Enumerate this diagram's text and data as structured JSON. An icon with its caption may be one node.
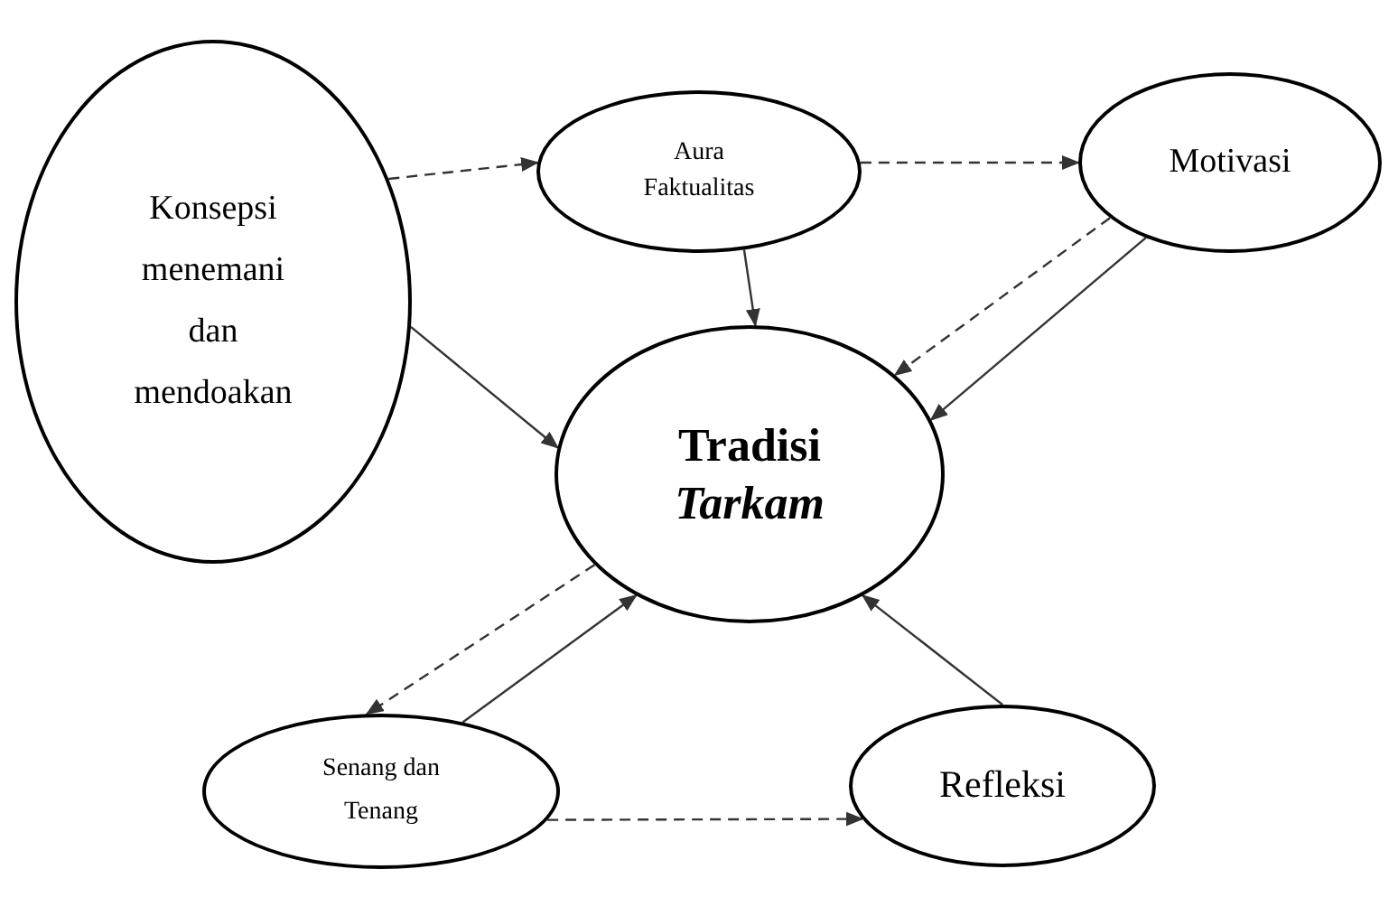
{
  "diagram": {
    "nodes": [
      {
        "text": [
          "Konsepsi menemani dan mendoakan"
        ]
      },
      {
        "text": [
          "Aura Faktualitas"
        ]
      },
      {
        "text": [
          "Motivasi"
        ]
      },
      {
        "text": [
          "Tradisi *Tarkam*"
        ]
      },
      {
        "text": [
          "Senang dan Tenang"
        ]
      },
      {
        "text": [
          "Refleksi"
        ]
      }
    ],
    "edges": [
      {
        "from": 0,
        "to": 1,
        "arrow": "to",
        "style": "dashed"
      },
      {
        "from": 1,
        "to": 2,
        "arrow": "to",
        "style": "dashed"
      },
      {
        "from": 0,
        "to": 3,
        "arrow": "to"
      },
      {
        "from": 1,
        "to": 3,
        "arrow": "to"
      },
      {
        "from": 2,
        "to": 3,
        "arrow": "to",
        "style": "dashed"
      },
      {
        "from": 2,
        "to": 3,
        "arrow": "to"
      },
      {
        "from": 3,
        "to": 4,
        "arrow": "to",
        "style": "dashed"
      },
      {
        "from": 4,
        "to": 3,
        "arrow": "to"
      },
      {
        "from": 4,
        "to": 5,
        "arrow": "to",
        "style": "dashed"
      },
      {
        "from": 5,
        "to": 3,
        "arrow": "to"
      }
    ]
  }
}
